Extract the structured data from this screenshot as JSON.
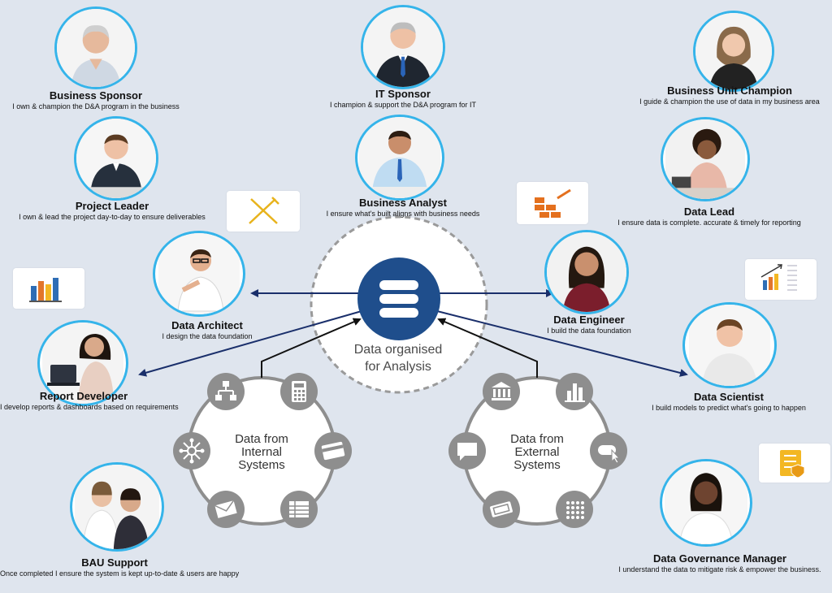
{
  "roles": {
    "business_sponsor": {
      "title": "Business Sponsor",
      "desc": "I own & champion the D&A program in the business"
    },
    "it_sponsor": {
      "title": "IT Sponsor",
      "desc": "I champion & support the D&A program for IT"
    },
    "business_unit_champion": {
      "title": "Business Unit Champion",
      "desc": "I guide & champion the use of data in my business area"
    },
    "project_leader": {
      "title": "Project Leader",
      "desc": "I own & lead the project day-to-day to ensure deliverables"
    },
    "business_analyst": {
      "title": "Business Analyst",
      "desc": "I ensure what's built aligns with business needs"
    },
    "data_lead": {
      "title": "Data Lead",
      "desc": "I ensure data is complete. accurate & timely for reporting"
    },
    "data_architect": {
      "title": "Data Architect",
      "desc": "I design the data foundation"
    },
    "data_engineer": {
      "title": "Data Engineer",
      "desc": "I build the data foundation"
    },
    "report_developer": {
      "title": "Report Developer",
      "desc": "I develop reports & dashboards based on requirements"
    },
    "data_scientist": {
      "title": "Data Scientist",
      "desc": "I build models to predict what's going to happen"
    },
    "bau_support": {
      "title": "BAU Support",
      "desc": "Once completed I ensure the system is kept up-to-date & users are happy"
    },
    "data_governance_manager": {
      "title": "Data Governance Manager",
      "desc": "I understand the data to mitigate risk & empower the business."
    }
  },
  "hub": {
    "line1": "Data organised",
    "line2": "for Analysis",
    "icon": "database-icon"
  },
  "internal": {
    "line1": "Data from",
    "line2": "Internal",
    "line3": "Systems",
    "icons": [
      "org-chart-icon",
      "calculator-icon",
      "credit-card-icon",
      "table-icon",
      "envelope-icon",
      "network-icon"
    ]
  },
  "external": {
    "line1": "Data from",
    "line2": "External",
    "line3": "Systems",
    "icons": [
      "bank-icon",
      "bar-chart-icon",
      "click-icon",
      "grid-dots-icon",
      "ticket-icon",
      "chat-icon"
    ]
  },
  "bubbles": [
    "pencil-ruler-icon",
    "bricks-trowel-icon",
    "bar-chart-icon",
    "growth-chart-icon",
    "checklist-shield-icon"
  ],
  "colors": {
    "accent": "#35b4ea",
    "hub": "#1f4e8c",
    "arrow": "#1a2f6b",
    "ring_icon": "#8e8e8e",
    "background": "#dfe5ee"
  }
}
